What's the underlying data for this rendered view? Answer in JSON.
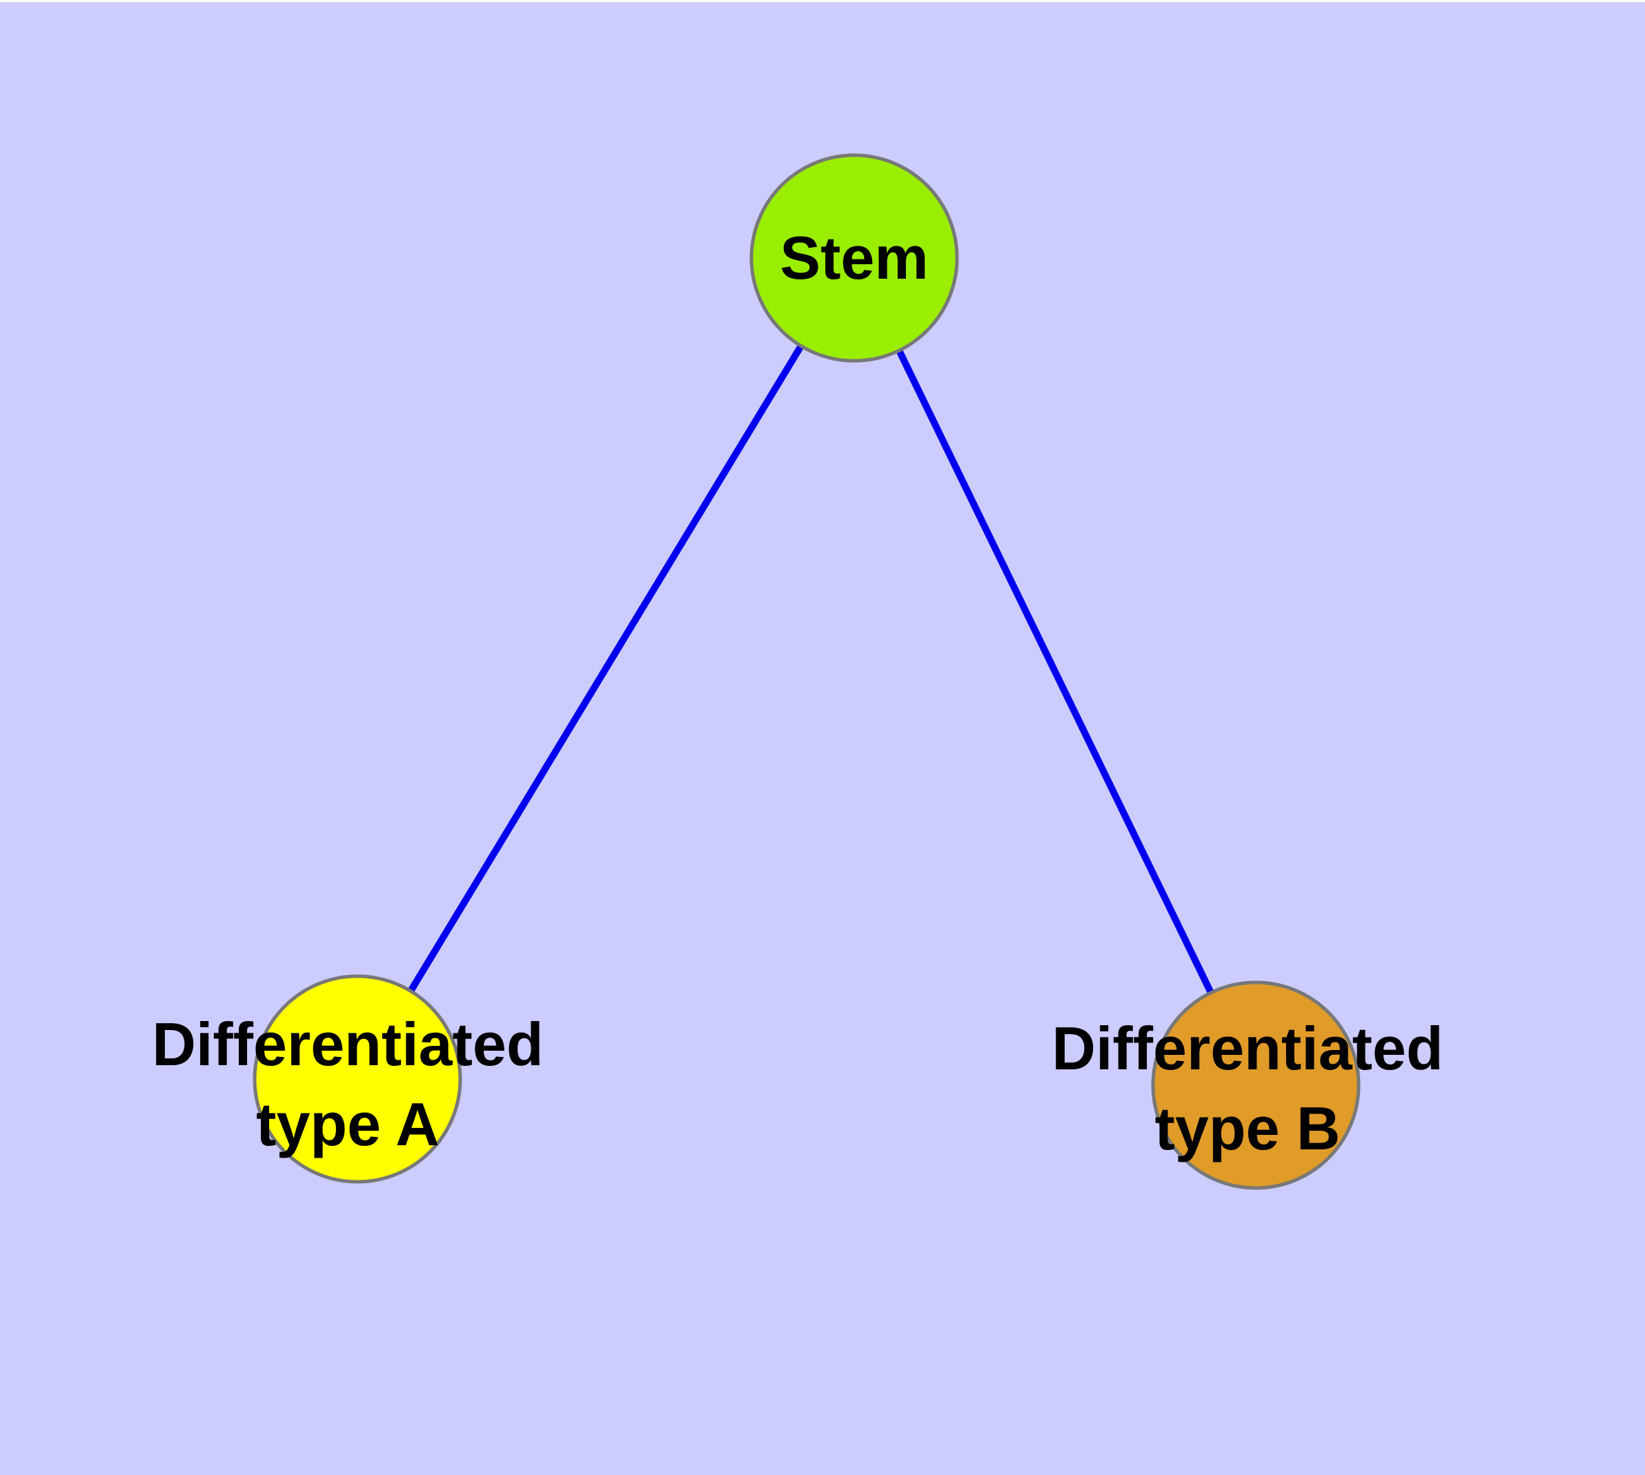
{
  "figure": {
    "type": "node-link-diagram",
    "background_color": "#CCCCFF",
    "top_margin_color": "#FFFFFF",
    "text_color": "#000000",
    "node_border_color": "#787878",
    "edge_color": "#0000EE",
    "nodes": {
      "stem": {
        "label": "Stem",
        "fill_color": "#9AEE00"
      },
      "type_a": {
        "label": "Differentiated type A",
        "label_line1": "Differentiated",
        "label_line2": "type A",
        "fill_color": "#FFFF00"
      },
      "type_b": {
        "label": "Differentiated type B",
        "label_line1": "Differentiated",
        "label_line2": "type B",
        "fill_color": "#E09B28"
      }
    },
    "edges": [
      {
        "from": "Stem",
        "to": "Differentiated type A"
      },
      {
        "from": "Stem",
        "to": "Differentiated type B"
      }
    ]
  }
}
